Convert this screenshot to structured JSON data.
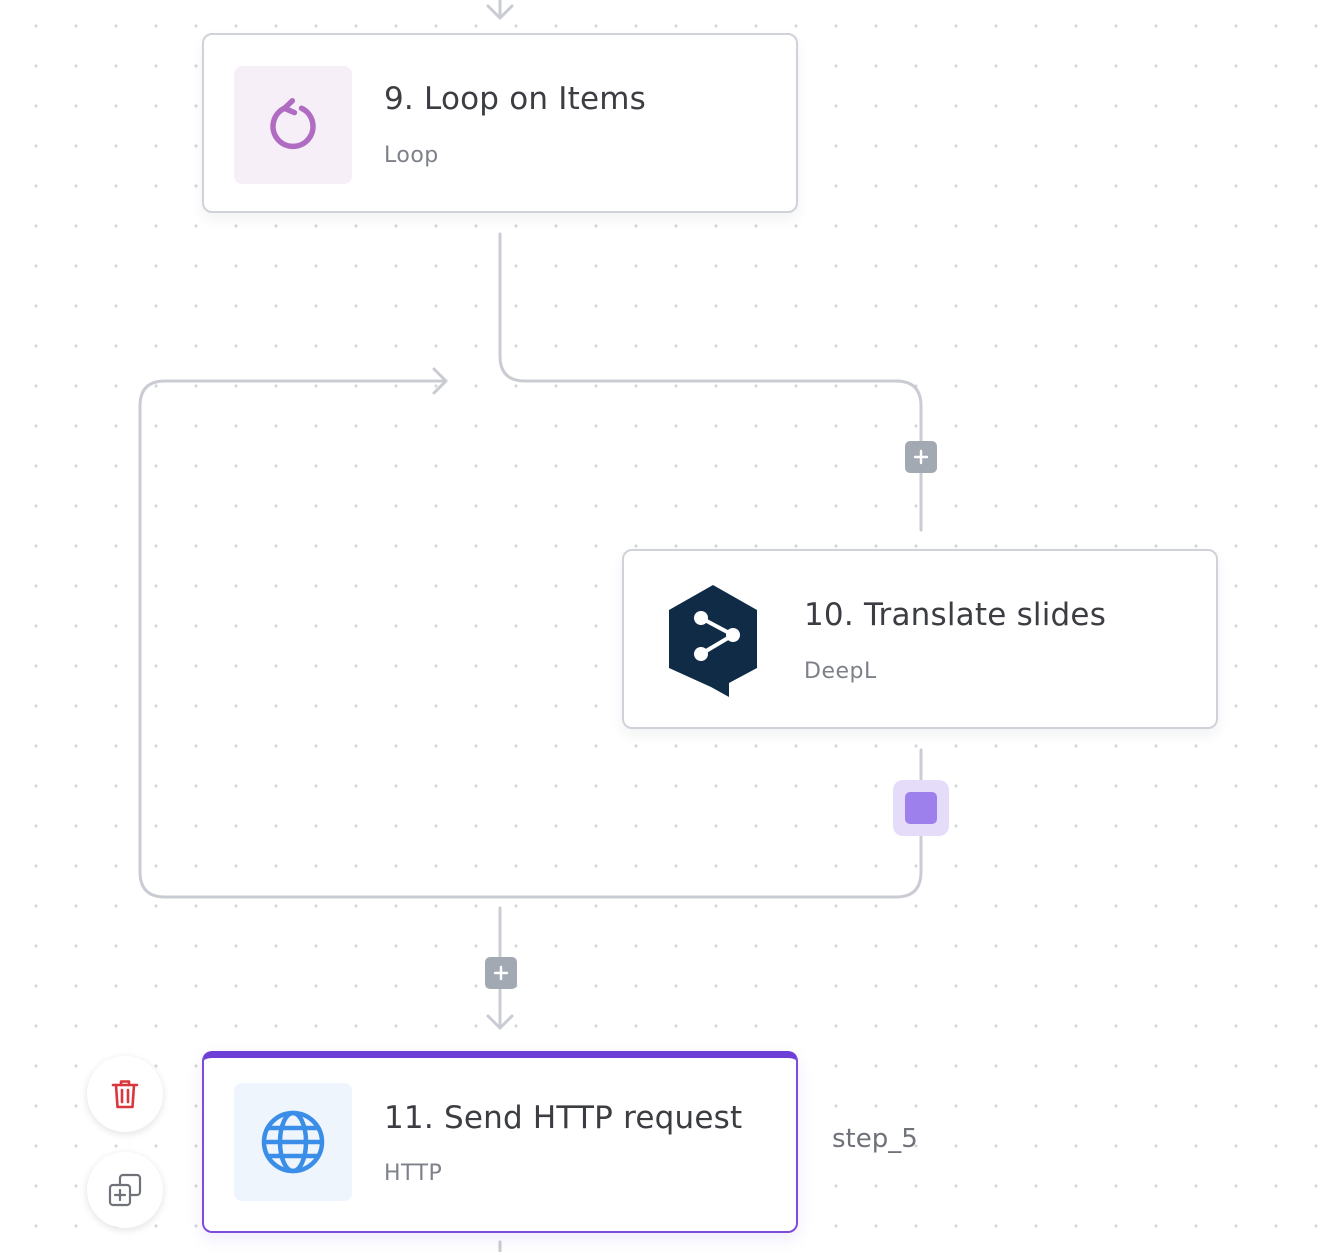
{
  "flow": {
    "steps": [
      {
        "number_title": "9. Loop on Items",
        "type_label": "Loop",
        "icon": "loop-icon"
      },
      {
        "number_title": "10. Translate slides",
        "type_label": "DeepL",
        "icon": "deepl-logo-icon"
      },
      {
        "number_title": "11. Send HTTP request",
        "type_label": "HTTP",
        "icon": "globe-icon",
        "selected": true,
        "step_name": "step_5"
      }
    ],
    "actions": {
      "add_step_icon": "plus-icon",
      "delete_icon": "trash-icon",
      "duplicate_icon": "duplicate-icon"
    }
  },
  "colors": {
    "accent": "#6d3fd6",
    "connector": "#c9ccd2",
    "add_button": "#a3a9b3",
    "loop_icon": "#b06cc2",
    "loop_icon_bg": "#f7eff7",
    "deepl_navy": "#0f2b46",
    "http_icon": "#3b8ee8",
    "http_icon_bg": "#eef5fd",
    "delete_red": "#d9363e",
    "drop_target": "#9d80ec"
  }
}
